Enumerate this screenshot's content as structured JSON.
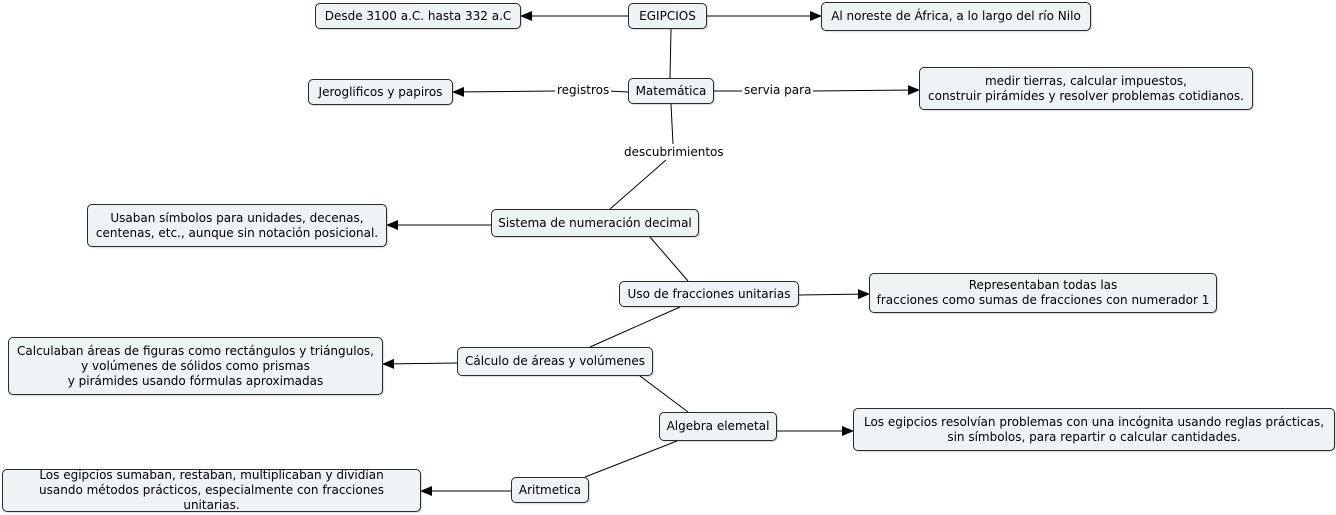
{
  "nodes": {
    "egipcios": "EGIPCIOS",
    "fecha": "Desde 3100 a.C. hasta 332 a.C",
    "lugar": "Al noreste de África, a lo largo del río Nilo",
    "matematica": "Matemática",
    "jeroglificos": "Jeroglificos y papiros",
    "medir": "medir tierras, calcular impuestos,\nconstruir pirámides y resolver problemas cotidianos.",
    "sistema": "Sistema de numeración decimal",
    "simbolos": "Usaban símbolos para unidades, decenas,\ncentenas, etc., aunque sin notación posicional.",
    "fracciones": "Uso de fracciones unitarias",
    "representaban": "Representaban todas las\nfracciones como sumas de fracciones con numerador 1",
    "calculo": "Cálculo de áreas y volúmenes",
    "calculaban": "Calculaban áreas de figuras como rectángulos y triángulos,\ny volúmenes de sólidos como prismas\ny pirámides usando fórmulas aproximadas",
    "algebra": "Algebra elemetal",
    "resolvian": "Los egipcios resolvían problemas con una incógnita usando reglas prácticas,\nsin símbolos, para repartir o calcular cantidades.",
    "aritmetica": "Aritmetica",
    "sumaban": "Los egipcios sumaban, restaban, multiplicaban y dividían\nusando métodos prácticos, especialmente con fracciones unitarias."
  },
  "links": {
    "registros": "registros",
    "servia": "servia para",
    "descubrimientos": "descubrimientos"
  }
}
